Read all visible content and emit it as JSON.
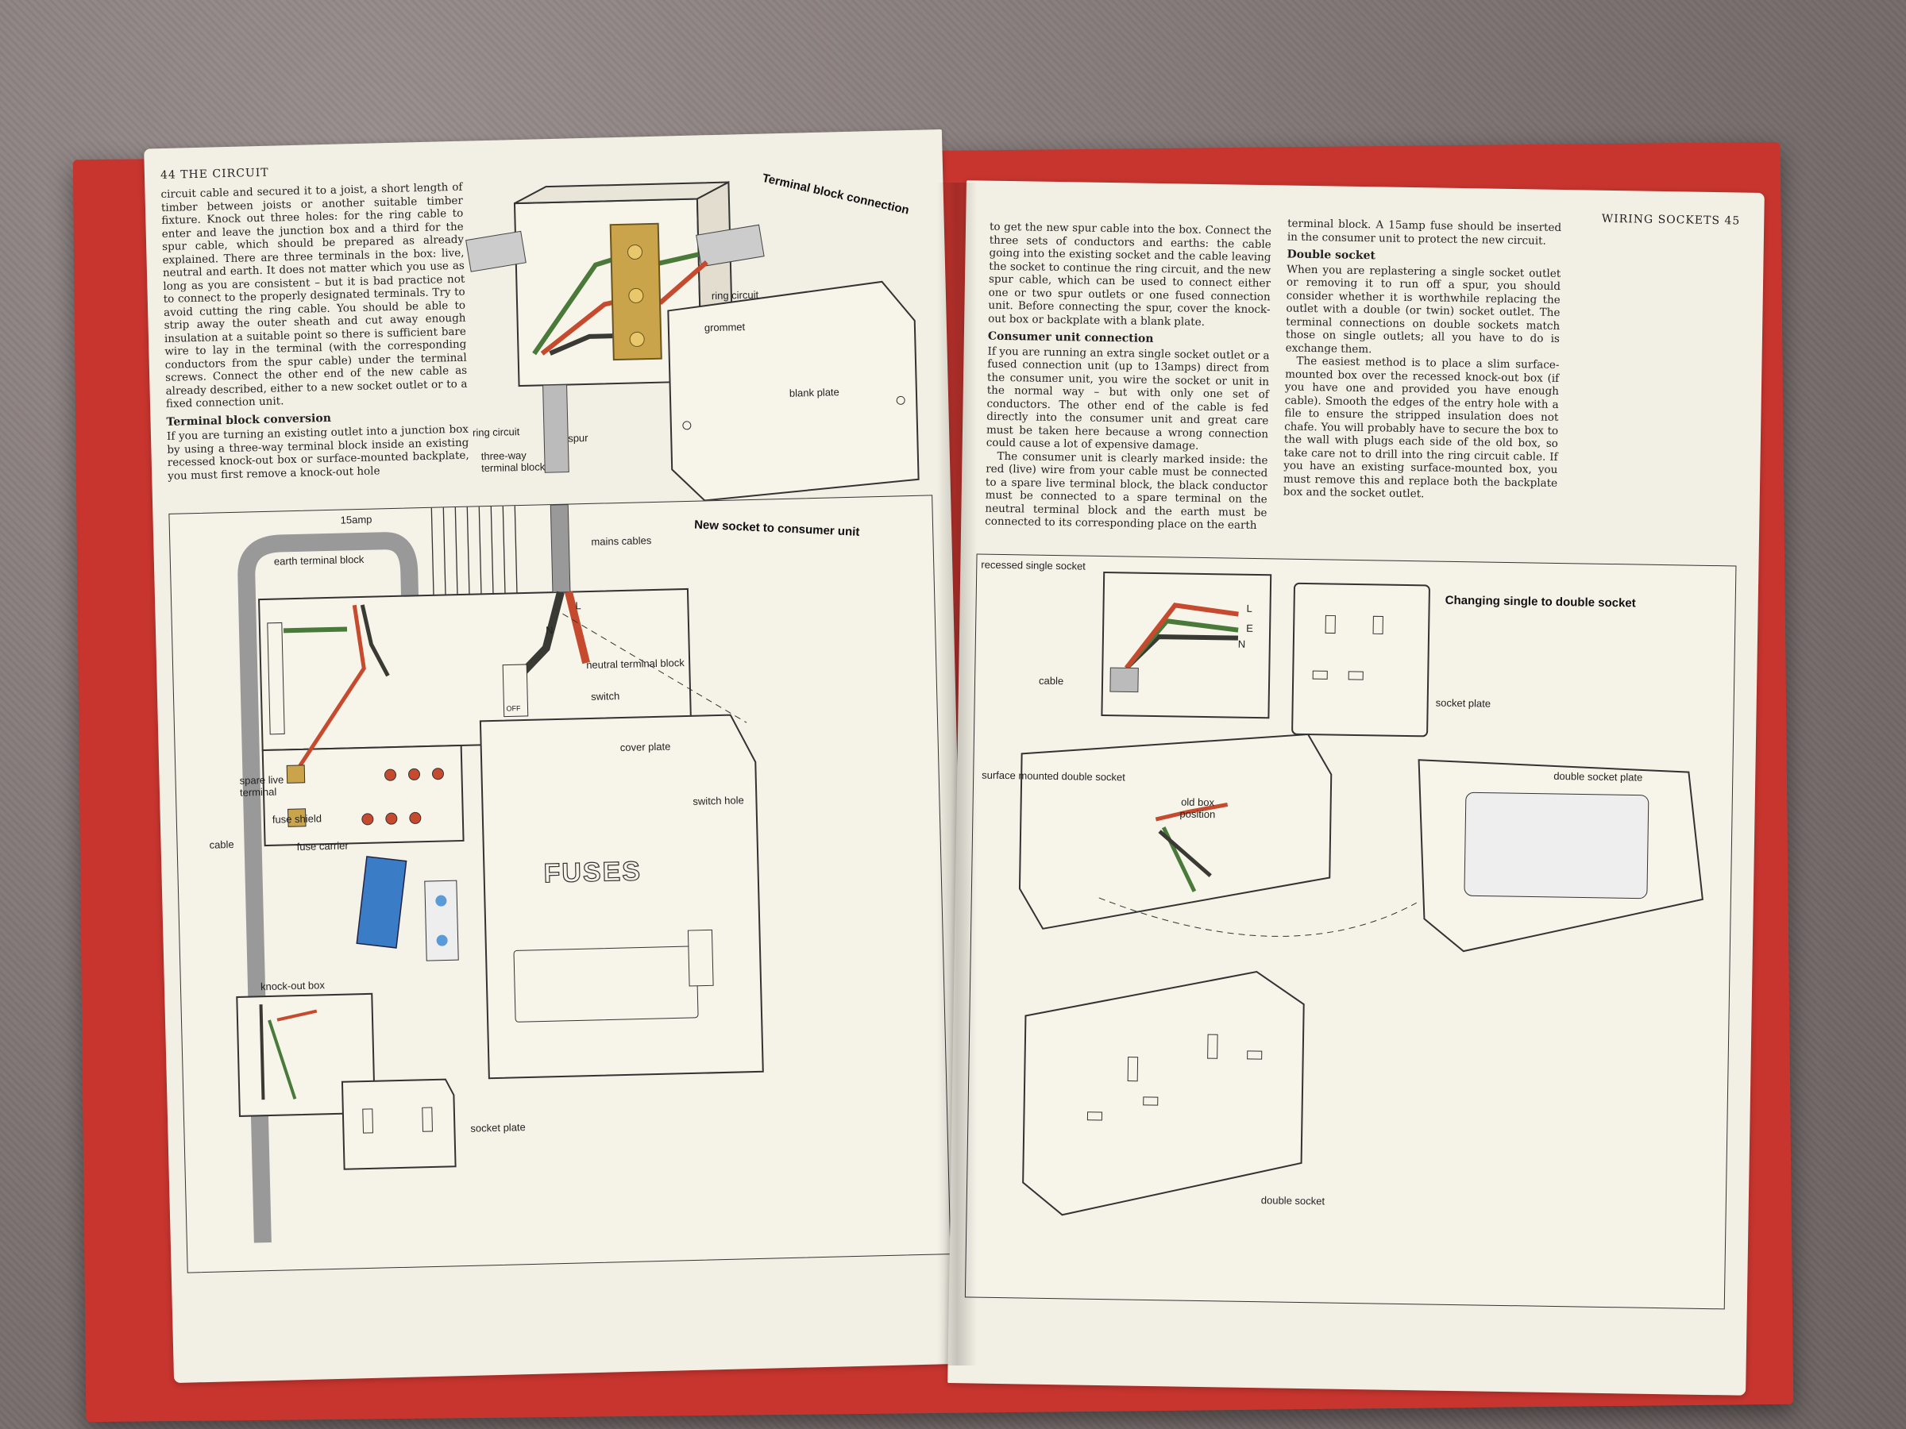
{
  "left_page": {
    "header": "44   THE CIRCUIT",
    "intro_text": "circuit cable and secured it to a joist, a short length of timber between joists or another suitable timber fixture. Knock out three holes: for the ring cable to enter and leave the junction box and a third for the spur cable, which should be prepared as already explained. There are three terminals in the box: live, neutral and earth. It does not matter which you use as long as you are consistent – but it is bad practice not to connect to the properly designated terminals. Try to avoid cutting the ring cable. You should be able to strip away the outer sheath and cut away enough insulation at a suitable point so there is sufficient bare wire to lay in the terminal (with the corresponding conductors from the spur cable) under the terminal screws. Connect the other end of the new cable as already described, either to a new socket outlet or to a fixed connection unit.",
    "section_heading": "Terminal block conversion",
    "section_text": "If you are turning an existing outlet into a junction box by using a three-way terminal block inside an existing recessed knock-out box or surface-mounted backplate, you must first remove a knock-out hole",
    "terminal_figure": {
      "title": "Terminal block connection",
      "labels": {
        "ring_circuit_top": "ring circuit",
        "grommet": "grommet",
        "blank_plate": "blank plate",
        "ring_circuit_bottom": "ring circuit",
        "spur": "spur",
        "three_way": "three-way\nterminal block"
      }
    },
    "consumer_figure": {
      "title": "New socket to consumer unit",
      "labels": {
        "amp": "15amp",
        "earth_block": "earth terminal block",
        "mains": "mains cables",
        "neutral_block": "neutral terminal block",
        "switch": "switch",
        "off": "OFF",
        "cover_plate": "cover plate",
        "spare_live": "spare live\nterminal",
        "fuse_shield": "fuse shield",
        "fuse_carrier": "fuse carrier",
        "cable": "cable",
        "switch_hole": "switch hole",
        "fuses": "FUSES",
        "knock_out_box": "knock-out box",
        "socket_plate": "socket plate",
        "n": "N",
        "l": "L"
      }
    }
  },
  "right_page": {
    "header": "WIRING SOCKETS   45",
    "col1_text": "to get the new spur cable into the box. Connect the three sets of conductors and earths: the cable going into the existing socket and the cable leaving the socket to continue the ring circuit, and the new spur cable, which can be used to connect either one or two spur outlets or one fused connection unit. Before connecting the spur, cover the knock-out box or backplate with a blank plate.",
    "col1_heading": "Consumer unit connection",
    "col1_text2": "If you are running an extra single socket outlet or a fused connection unit (up to 13amps) direct from the consumer unit, you wire the socket or unit in the normal way – but with only one set of conductors. The other end of the cable is fed directly into the consumer unit and great care must be taken here because a wrong connection could cause a lot of expensive damage.",
    "col1_text3": "The consumer unit is clearly marked inside: the red (live) wire from your cable must be connected to a spare live terminal block, the black conductor must be connected to a spare terminal on the neutral terminal block and the earth must be connected to its corresponding place on the earth",
    "col2_text": "terminal block. A 15amp fuse should be inserted in the consumer unit to protect the new circuit.",
    "col2_heading": "Double socket",
    "col2_text2": "When you are replastering a single socket outlet or removing it to run off a spur, you should consider whether it is worthwhile replacing the outlet with a double (or twin) socket outlet. The terminal connections on double sockets match those on single outlets; all you have to do is exchange them.",
    "col2_text3": "The easiest method is to place a slim surface-mounted box over the recessed knock-out box (if you have one and provided you have enough cable). Smooth the edges of the entry hole with a file to ensure the stripped insulation does not chafe. You will probably have to secure the box to the wall with plugs each side of the old box, so take care not to drill into the ring circuit cable. If you have an existing surface-mounted box, you must remove this and replace both the backplate box and the socket outlet.",
    "double_figure": {
      "title": "Changing single to double socket",
      "labels": {
        "recessed": "recessed single socket",
        "cable": "cable",
        "socket_plate": "socket plate",
        "surface_mounted": "surface mounted double socket",
        "old_box": "old box\nposition",
        "double_plate": "double socket plate",
        "double_socket": "double socket",
        "l": "L",
        "e": "E",
        "n": "N"
      }
    }
  },
  "colors": {
    "cover": "#c8352f",
    "paper": "#f2efe4",
    "red_wire": "#c64a2e",
    "green_wire": "#4a7a3a",
    "black_wire": "#3a3a35",
    "brass": "#c9a44a",
    "fuse_shield": "#3a7cc6"
  }
}
